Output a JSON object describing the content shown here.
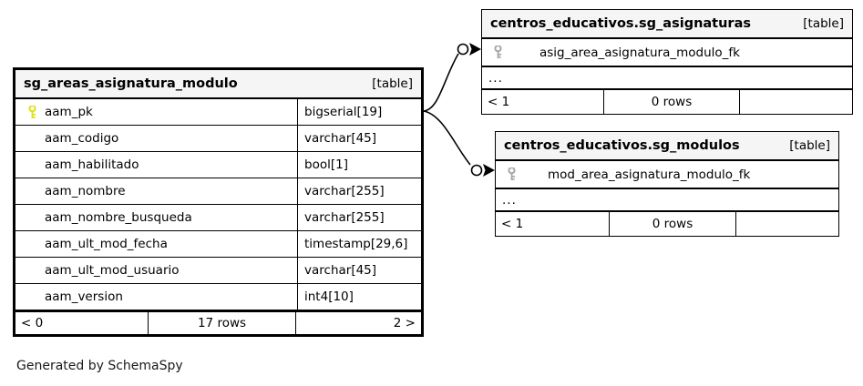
{
  "diagram": {
    "caption": "Generated by SchemaSpy",
    "table_kind_label": "[table]",
    "ellipsis": "...",
    "colors": {
      "background": "#ffffff",
      "border": "#000000",
      "header_fill": "#f5f5f5",
      "primary_key_icon": "#e8e81c",
      "foreign_key_icon": "#a8a8a8",
      "text": "#000000"
    }
  },
  "main_table": {
    "name": "sg_areas_asignatura_modulo",
    "kind": "[table]",
    "columns": [
      {
        "name": "aam_pk",
        "type": "bigserial[19]",
        "key": "primary"
      },
      {
        "name": "aam_codigo",
        "type": "varchar[45]",
        "key": "none"
      },
      {
        "name": "aam_habilitado",
        "type": "bool[1]",
        "key": "none"
      },
      {
        "name": "aam_nombre",
        "type": "varchar[255]",
        "key": "none"
      },
      {
        "name": "aam_nombre_busqueda",
        "type": "varchar[255]",
        "key": "none"
      },
      {
        "name": "aam_ult_mod_fecha",
        "type": "timestamp[29,6]",
        "key": "none"
      },
      {
        "name": "aam_ult_mod_usuario",
        "type": "varchar[45]",
        "key": "none"
      },
      {
        "name": "aam_version",
        "type": "int4[10]",
        "key": "none"
      }
    ],
    "footer": {
      "left": "< 0",
      "middle": "17 rows",
      "right": "2 >"
    }
  },
  "related_tables": [
    {
      "id": "asignaturas",
      "name": "centros_educativos.sg_asignaturas",
      "kind": "[table]",
      "foreign_key": "asig_area_asignatura_modulo_fk",
      "ellipsis": "...",
      "footer": {
        "left": "< 1",
        "middle": "0 rows",
        "right": ""
      }
    },
    {
      "id": "modulos",
      "name": "centros_educativos.sg_modulos",
      "kind": "[table]",
      "foreign_key": "mod_area_asignatura_modulo_fk",
      "ellipsis": "...",
      "footer": {
        "left": "< 1",
        "middle": "0 rows",
        "right": ""
      }
    }
  ],
  "relationships": [
    {
      "from": "sg_areas_asignatura_modulo",
      "to": "centros_educativos.sg_asignaturas",
      "cardinality": "zero-or-one"
    },
    {
      "from": "sg_areas_asignatura_modulo",
      "to": "centros_educativos.sg_modulos",
      "cardinality": "zero-or-one"
    }
  ]
}
